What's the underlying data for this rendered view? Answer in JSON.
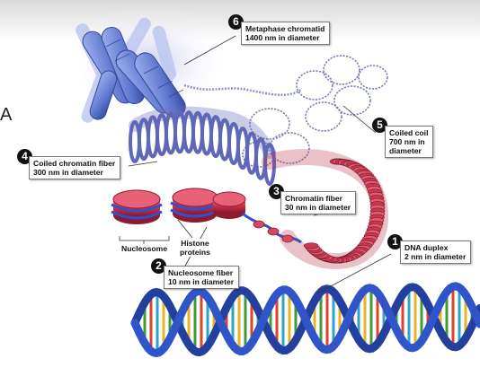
{
  "colors": {
    "dna_backbone": "#2f55c9",
    "dna_rungs": [
      "#e7b225",
      "#3f9c3a",
      "#d8452b",
      "#2ea2c9"
    ],
    "histone": "#c92f4a",
    "chromatin_fiber": "#c8384f",
    "coiled_fiber": "#5e67b8",
    "chromosome": "#6f86d8"
  },
  "side_letter": "A",
  "labels": [
    {
      "number": "1",
      "line1": "DNA duplex",
      "line2": "2 nm in diameter"
    },
    {
      "number": "2",
      "line1": "Nucleosome fiber",
      "line2": "10 nm in diameter"
    },
    {
      "number": "3",
      "line1": "Chromatin fiber",
      "line2": "30 nm in diameter"
    },
    {
      "number": "4",
      "line1": "Coiled chromatin fiber",
      "line2": "300 nm in diameter"
    },
    {
      "number": "5",
      "line1": "Coiled coil",
      "line2": "700 nm in",
      "line3": "diameter"
    },
    {
      "number": "6",
      "line1": "Metaphase chromatid",
      "line2": "1400 nm in diameter"
    }
  ],
  "nucleosome_label": "Nucleosome",
  "histone_label": {
    "line1": "Histone",
    "line2": "proteins"
  }
}
